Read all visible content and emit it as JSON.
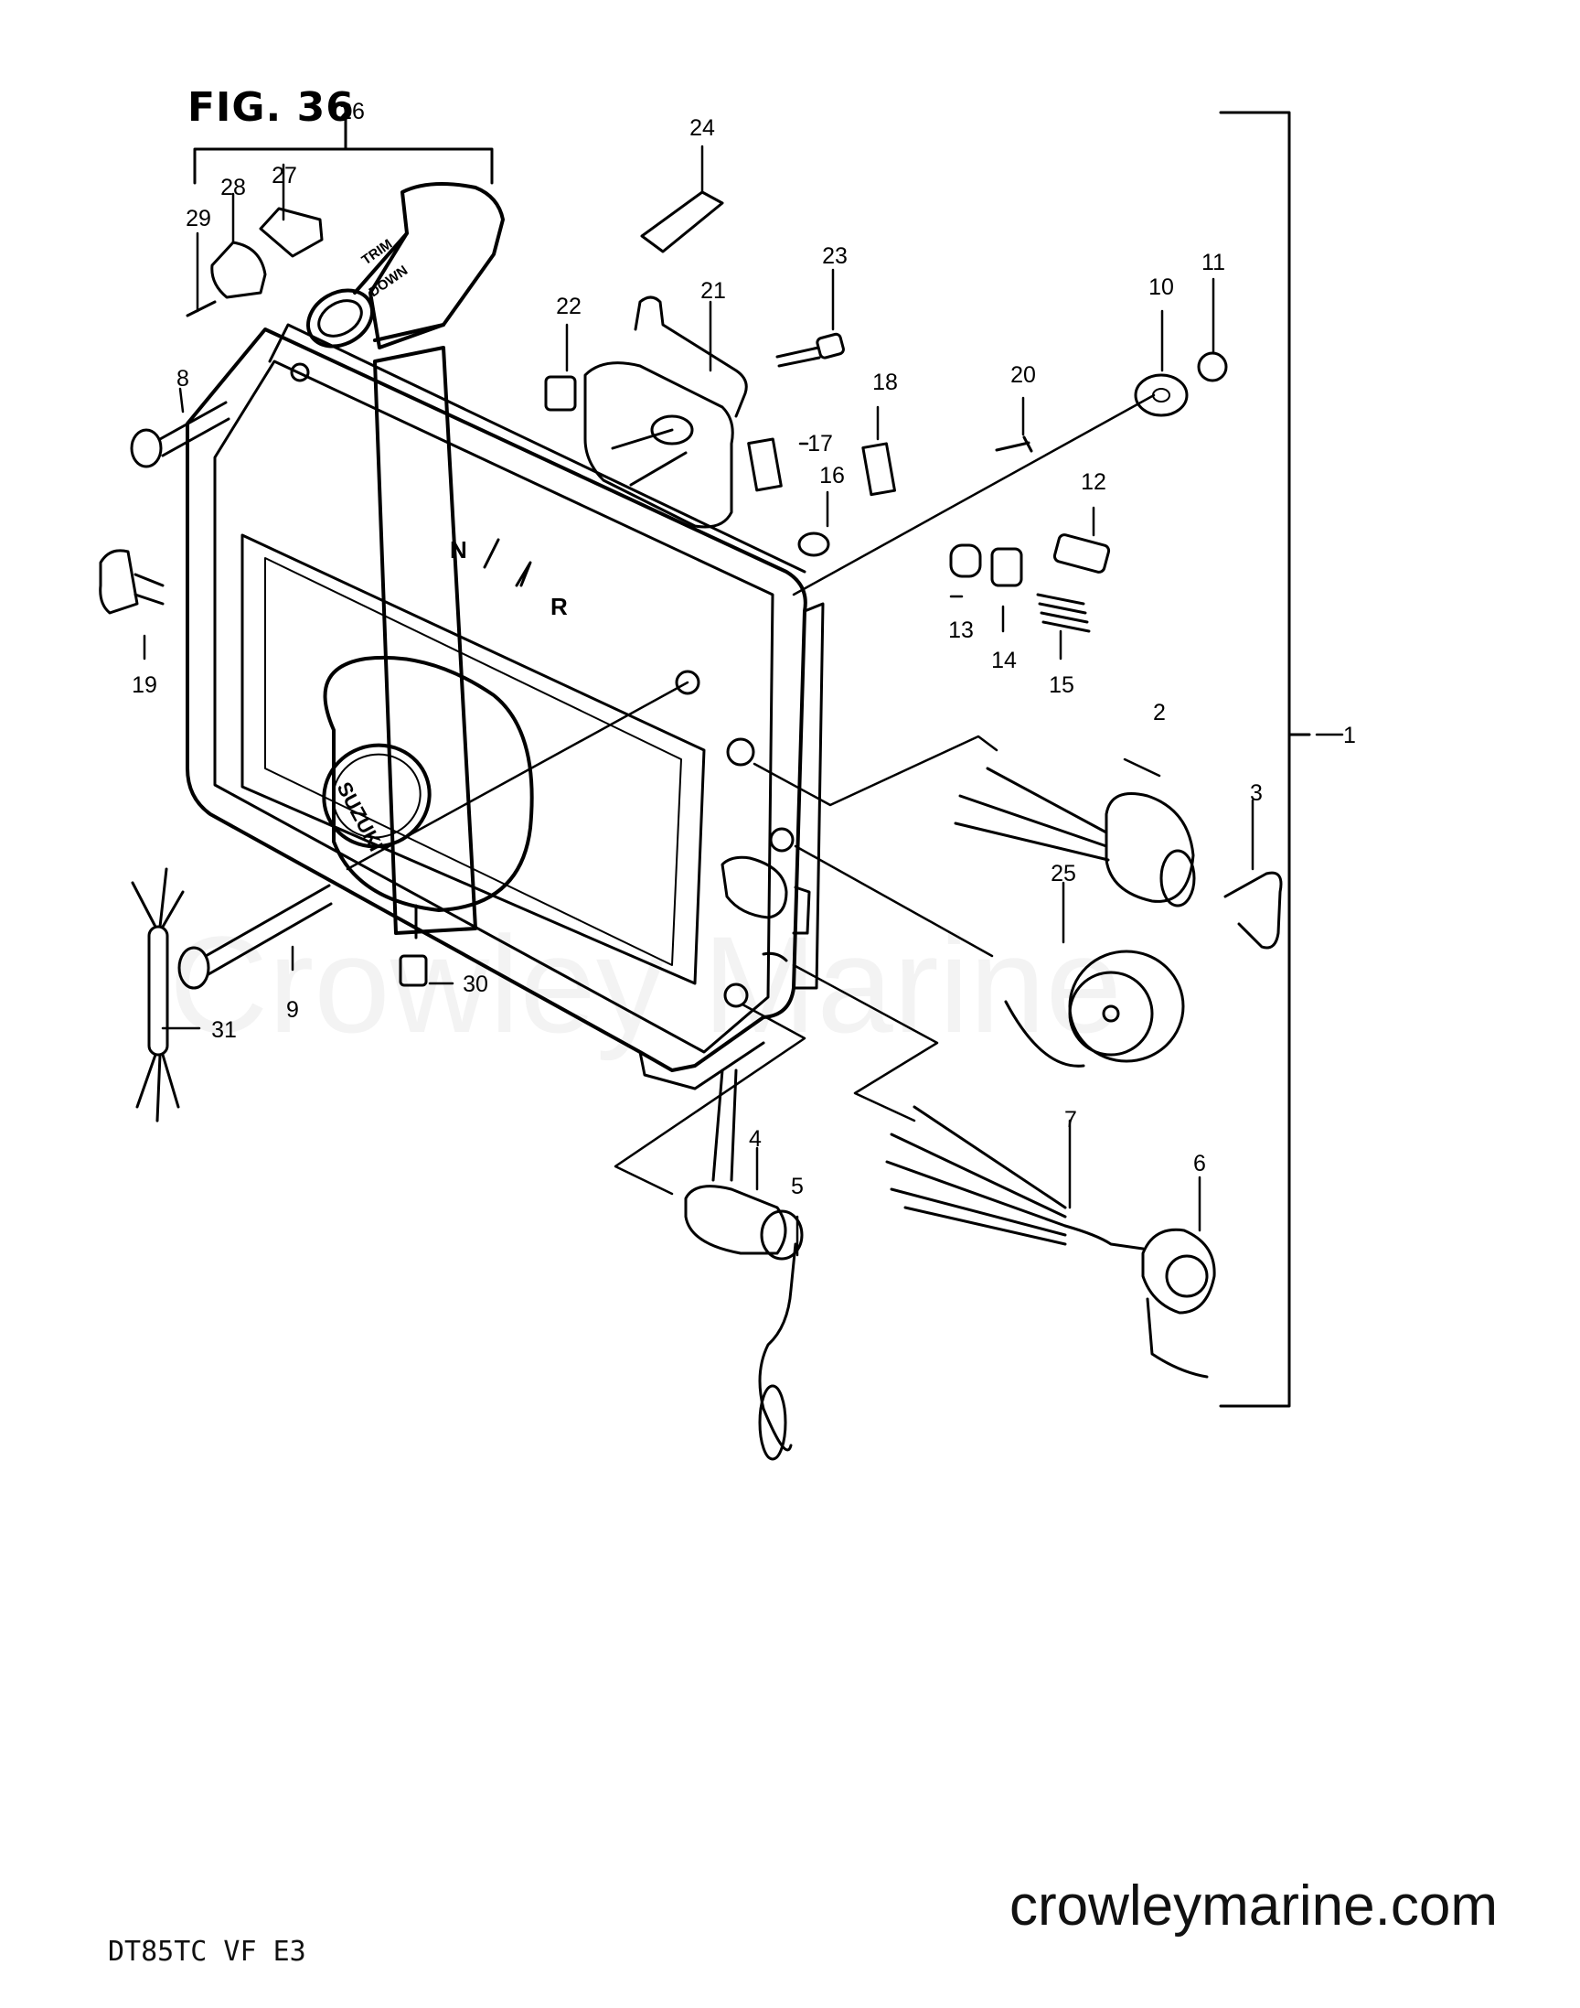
{
  "figure": {
    "title": "FIG. 36",
    "watermark": "Crowley Marine",
    "website": "crowleymarine.com",
    "model": "DT85TC VF E3"
  },
  "printed_text": {
    "lever_trim": "TRIM",
    "lever_down": "DOWN",
    "brand": "SUZUKI",
    "shift_reverse": "R",
    "shift_neutral": "N"
  },
  "callouts": [
    "1",
    "2",
    "3",
    "4",
    "5",
    "6",
    "7",
    "8",
    "9",
    "10",
    "11",
    "12",
    "13",
    "14",
    "15",
    "16",
    "17",
    "18",
    "19",
    "20",
    "21",
    "22",
    "23",
    "24",
    "25",
    "26",
    "27",
    "28",
    "29",
    "30",
    "31"
  ]
}
